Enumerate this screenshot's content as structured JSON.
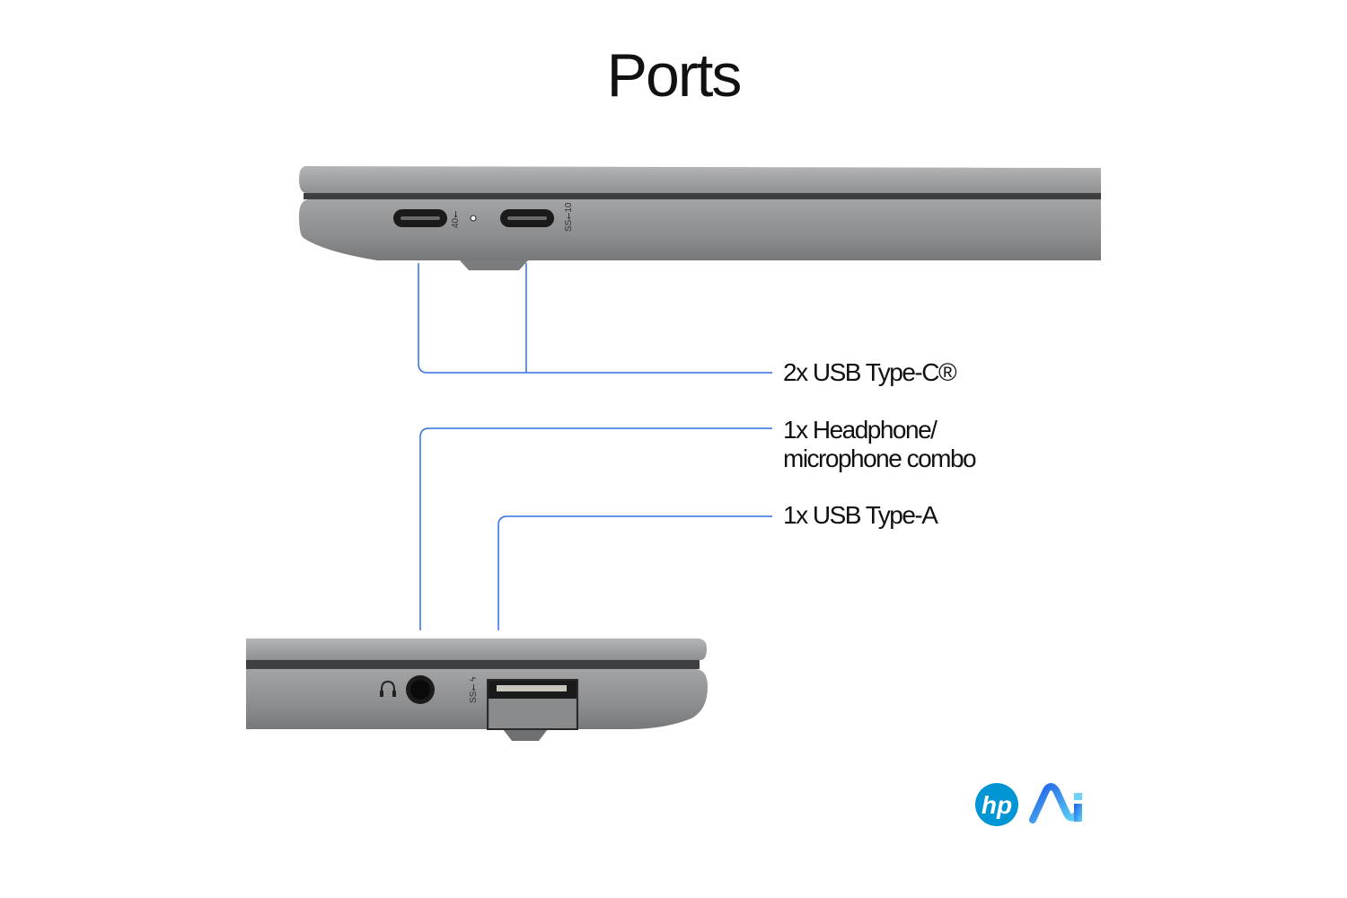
{
  "title": "Ports",
  "labels": {
    "usb_c": "2x USB Type-C®",
    "headphone_line1": "1x Headphone/",
    "headphone_line2": "microphone combo",
    "usb_a": "1x USB Type-A"
  },
  "port_icons": {
    "usb_c_1": "usb4-40gbps-icon",
    "usb_c_2": "superspeed-usb-10gbps-icon",
    "headphone": "headset-icon",
    "usb_a": "superspeed-usb-charging-icon"
  },
  "logos": [
    "hp-logo",
    "ai-logo"
  ],
  "colors": {
    "callout": "#2f6fe4",
    "laptop": "#8a8b8d",
    "hp_blue": "#0096d6"
  }
}
